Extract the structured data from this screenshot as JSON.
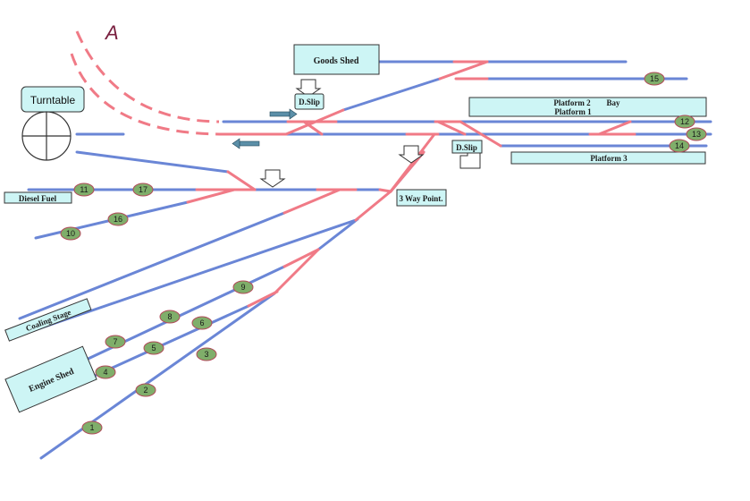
{
  "colors": {
    "track": "#6a86d6",
    "point": "#f07a86",
    "label_fill": "#cdf5f5",
    "signal_fill": "#7fae6a",
    "signal_stroke": "#b24a5a",
    "arrow": "#5b8fa8"
  },
  "labels": {
    "marker": "A",
    "turntable": "Turntable",
    "goods_shed": "Goods Shed",
    "dslip_left": "D.Slip",
    "dslip_right": "D.Slip",
    "platform_2": "Platform  2",
    "bay": "Bay",
    "platform_1": "Platform  1",
    "platform_3": "Platform  3",
    "three_way": "3 Way Point.",
    "diesel_fuel": "Diesel Fuel",
    "coaling_stage": "Coaling Stage",
    "engine_shed": "Engine  Shed"
  },
  "signals": [
    "1",
    "2",
    "3",
    "4",
    "5",
    "6",
    "7",
    "8",
    "9",
    "10",
    "11",
    "12",
    "13",
    "14",
    "15",
    "16",
    "17"
  ]
}
